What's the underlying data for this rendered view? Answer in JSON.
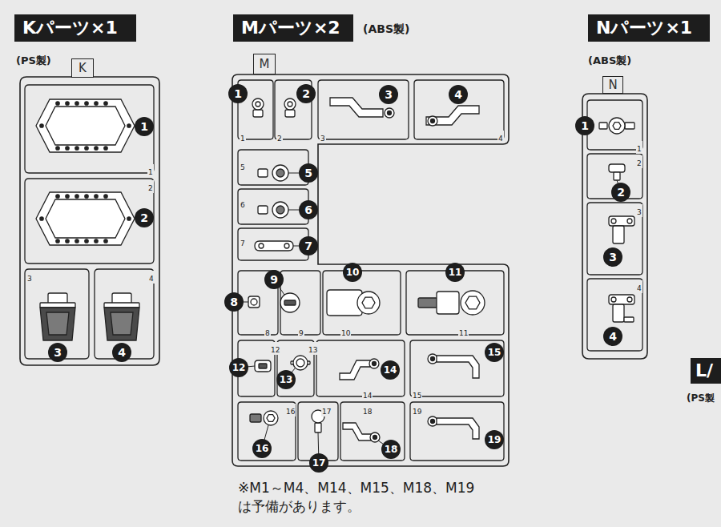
{
  "diagram": {
    "nodes": [
      {
        "text": [
          "Kパーツ×1"
        ]
      },
      {
        "text": [
          "Mパーツ×2"
        ]
      },
      {
        "text": [
          "Nパーツ×1"
        ]
      },
      {
        "text": [
          "L/"
        ]
      },
      {
        "text": [
          "K"
        ]
      },
      {
        "text": [
          "M"
        ]
      },
      {
        "text": [
          "N"
        ]
      }
    ],
    "labels": [
      "(ABS製)",
      "(PS製)",
      "(ABS製)",
      "1",
      "2",
      "3",
      "4",
      "1",
      "2",
      "3",
      "4",
      "1",
      "2",
      "3",
      "4",
      "5",
      "6",
      "7",
      "8",
      "9",
      "10",
      "11",
      "12",
      "13",
      "14",
      "15",
      "16",
      "17",
      "18",
      "19",
      "1",
      "2",
      "3",
      "4",
      "5",
      "6",
      "7",
      "8",
      "9",
      "10",
      "11",
      "12",
      "13",
      "14",
      "15",
      "16",
      "17",
      "18",
      "19",
      "1",
      "2",
      "3",
      "4",
      "1",
      "2",
      "3",
      "4",
      "(PS製",
      "※M1～M4、M14、M15、M18、M19 は予備があります。"
    ]
  }
}
